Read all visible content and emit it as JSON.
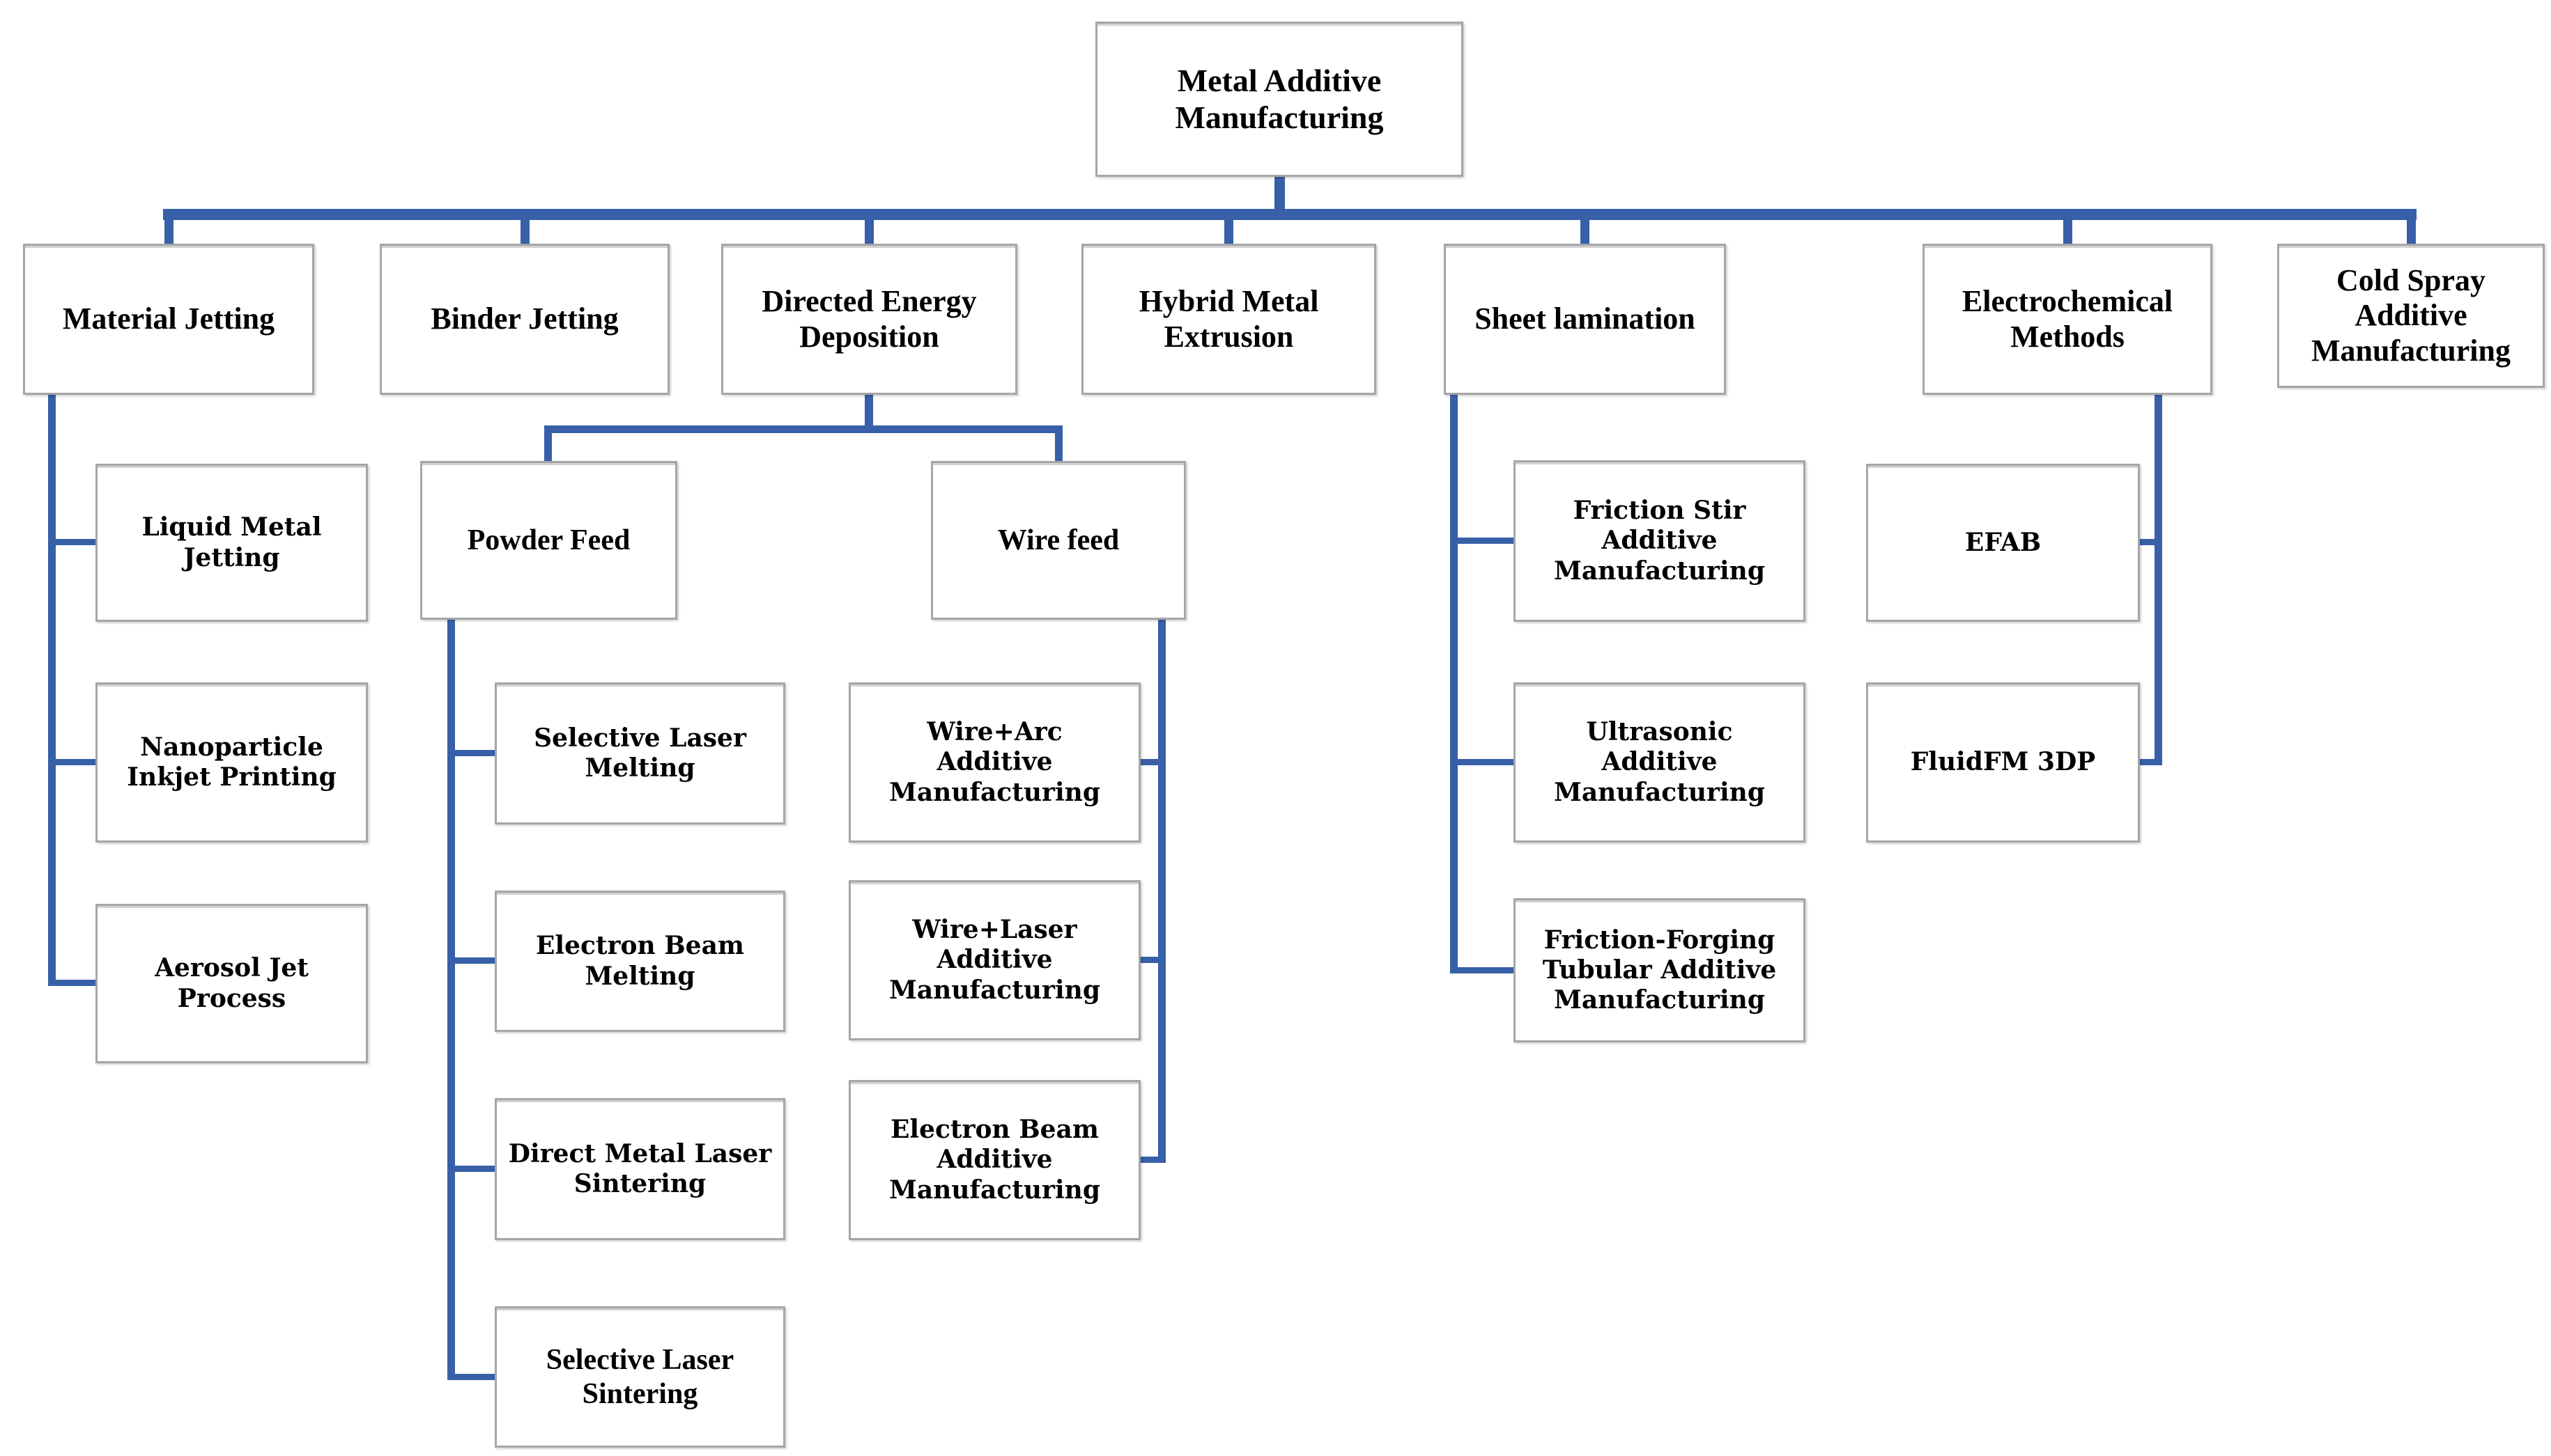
{
  "colors": {
    "connector": "#3760A8",
    "box_border": "#A6A6A6",
    "box_fill": "#FFFFFF",
    "text": "#000000",
    "background": "#FFFFFF"
  },
  "tree": {
    "label": "Metal Additive\nManufacturing",
    "children": [
      {
        "label": "Material Jetting",
        "children": [
          {
            "label": "Liquid Metal\nJetting"
          },
          {
            "label": "Nanoparticle\nInkjet Printing"
          },
          {
            "label": "Aerosol Jet\nProcess"
          }
        ]
      },
      {
        "label": "Binder Jetting",
        "children": []
      },
      {
        "label": "Directed Energy\nDeposition",
        "children": [
          {
            "label": "Powder Feed",
            "children": [
              {
                "label": "Selective Laser\nMelting"
              },
              {
                "label": "Electron Beam\nMelting"
              },
              {
                "label": "Direct Metal Laser\nSintering"
              },
              {
                "label": "Selective Laser\nSintering"
              }
            ]
          },
          {
            "label": "Wire feed",
            "children": [
              {
                "label": "Wire+Arc\nAdditive\nManufacturing"
              },
              {
                "label": "Wire+Laser\nAdditive\nManufacturing"
              },
              {
                "label": "Electron Beam\nAdditive\nManufacturing"
              }
            ]
          }
        ]
      },
      {
        "label": "Hybrid Metal\nExtrusion",
        "children": []
      },
      {
        "label": "Sheet lamination",
        "children": [
          {
            "label": "Friction Stir\nAdditive\nManufacturing"
          },
          {
            "label": "Ultrasonic\nAdditive\nManufacturing"
          },
          {
            "label": "Friction-Forging\nTubular Additive\nManufacturing"
          }
        ]
      },
      {
        "label": "Electrochemical\nMethods",
        "children": [
          {
            "label": "EFAB"
          },
          {
            "label": "FluidFM 3DP"
          }
        ]
      },
      {
        "label": "Cold Spray\nAdditive\nManufacturing",
        "children": []
      }
    ]
  }
}
